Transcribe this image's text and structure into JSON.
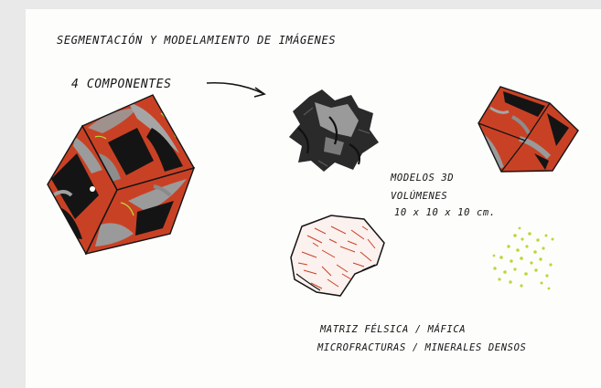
{
  "title": "SEGMENTACIÓN Y MODELAMIENTO DE IMÁGENES",
  "components_label": "4 COMPONENTES",
  "models_caption": {
    "line1": "MODELOS 3D",
    "line2": "VOLÚMENES",
    "line3": "10 x 10 x 10 cm."
  },
  "bottom_caption": {
    "line1": "MATRIZ FÉLSICA  /  MÁFICA",
    "line2": "MICROFRACTURAS  /  MINERALES DENSOS"
  },
  "colors": {
    "red": "#c94125",
    "black": "#141414",
    "gray": "#8d8d8d",
    "yellow_green": "#b9d834",
    "paper": "#fdfdfc",
    "background": "#e9e9e9"
  }
}
